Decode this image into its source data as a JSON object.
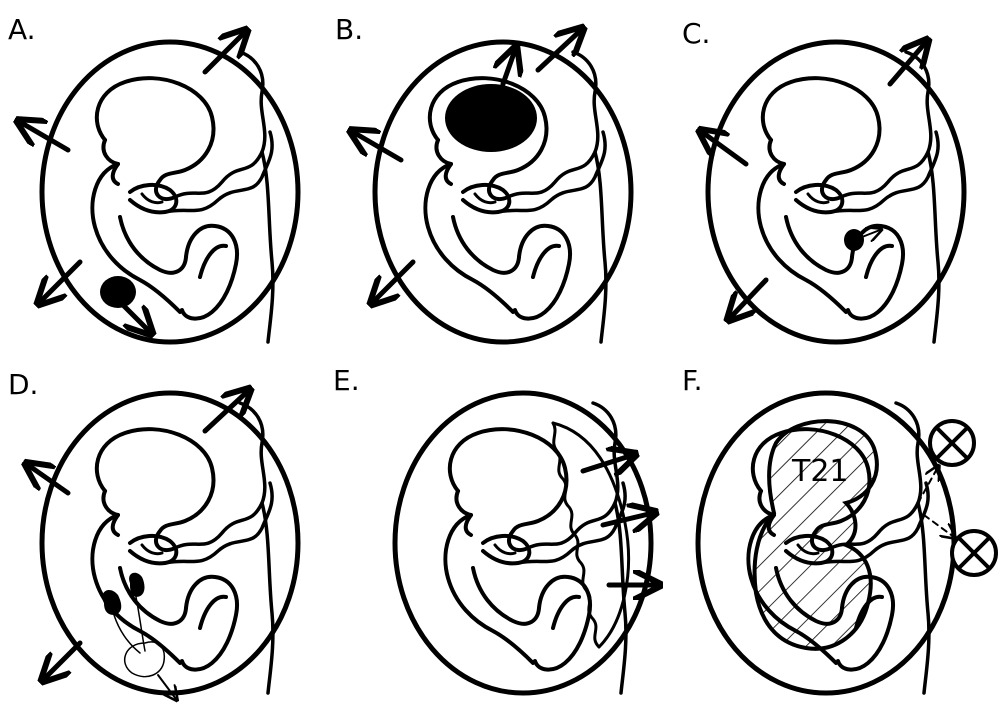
{
  "panels": [
    {
      "id": "A",
      "label": "A."
    },
    {
      "id": "B",
      "label": "B."
    },
    {
      "id": "C",
      "label": "C."
    },
    {
      "id": "D",
      "label": "D."
    },
    {
      "id": "E",
      "label": "E."
    },
    {
      "id": "F",
      "label": "F.",
      "annotation": "T21"
    }
  ]
}
